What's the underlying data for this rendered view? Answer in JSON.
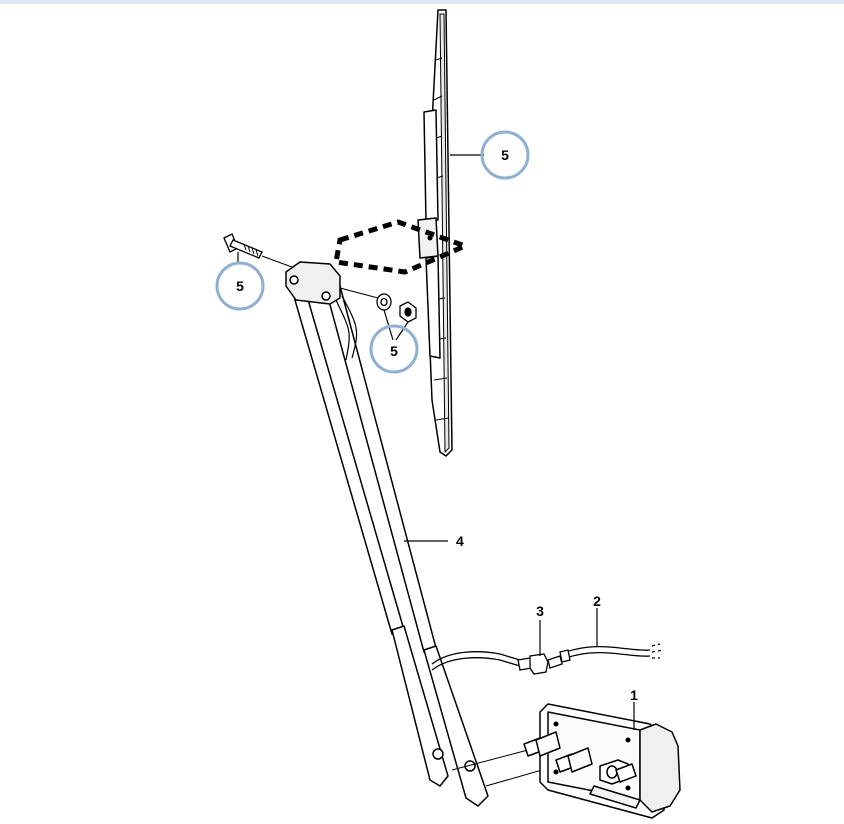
{
  "colors": {
    "topbar": "#dde8f4",
    "callout_ring": "#8fb0d2",
    "ink": "#000000"
  },
  "labels": {
    "motor": "1",
    "hose": "2",
    "nozzle": "3",
    "arm": "4",
    "blade": "5",
    "bolt": "5",
    "nut": "5"
  }
}
